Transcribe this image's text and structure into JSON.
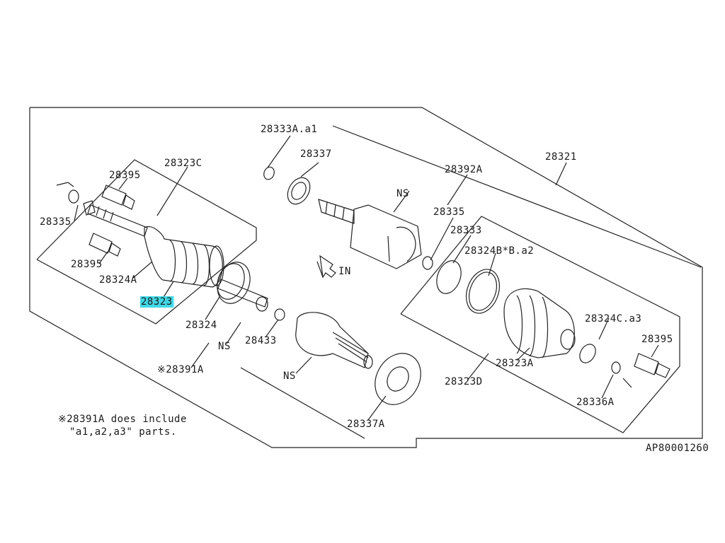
{
  "diagram": {
    "part_labels": [
      {
        "id": "28333A-a1",
        "text": "28333A.a1"
      },
      {
        "id": "28337-top",
        "text": "28337"
      },
      {
        "id": "28321",
        "text": "28321"
      },
      {
        "id": "28323C",
        "text": "28323C"
      },
      {
        "id": "28395-left-top",
        "text": "28395"
      },
      {
        "id": "28392A",
        "text": "28392A"
      },
      {
        "id": "NS-top",
        "text": "NS"
      },
      {
        "id": "28335-left",
        "text": "28335"
      },
      {
        "id": "28335-right",
        "text": "28335"
      },
      {
        "id": "28333",
        "text": "28333"
      },
      {
        "id": "28324B-Ba2",
        "text": "28324B*B.a2"
      },
      {
        "id": "28395-left-bottom",
        "text": "28395"
      },
      {
        "id": "IN",
        "text": "IN"
      },
      {
        "id": "28324A",
        "text": "28324A"
      },
      {
        "id": "28323",
        "text": "28323"
      },
      {
        "id": "28324",
        "text": "28324"
      },
      {
        "id": "28433",
        "text": "28433"
      },
      {
        "id": "NS-mid",
        "text": "NS"
      },
      {
        "id": "28324C-a3",
        "text": "28324C.a3"
      },
      {
        "id": "28395-right",
        "text": "28395"
      },
      {
        "id": "28391A",
        "text": "※28391A"
      },
      {
        "id": "NS-bottom",
        "text": "NS"
      },
      {
        "id": "28323A",
        "text": "28323A"
      },
      {
        "id": "28323D",
        "text": "28323D"
      },
      {
        "id": "28336A",
        "text": "28336A"
      },
      {
        "id": "28337A",
        "text": "28337A"
      }
    ],
    "highlighted_part": "28323",
    "footnote": {
      "line1": "※28391A does include",
      "line2": "\"a1,a2,a3\" parts."
    },
    "reference_code": "AP80001260"
  }
}
